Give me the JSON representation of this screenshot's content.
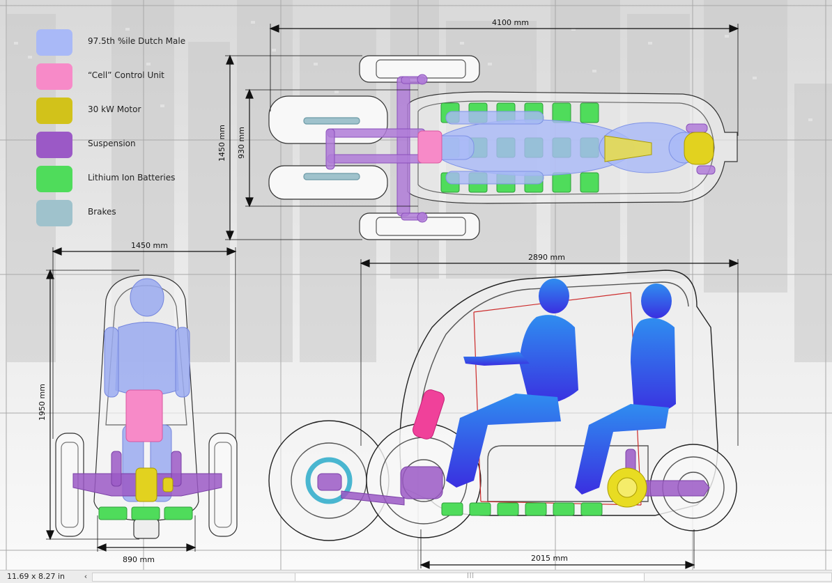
{
  "legend": {
    "items": [
      {
        "label": "97.5th %ile Dutch Male",
        "color": "#a9b9f7"
      },
      {
        "label": "“Cell” Control Unit",
        "color": "#f78ac8"
      },
      {
        "label": "30 kW Motor",
        "color": "#d2c21a"
      },
      {
        "label": "Suspension",
        "color": "#9b59c6"
      },
      {
        "label": "Lithium Ion Batteries",
        "color": "#4fdc5b"
      },
      {
        "label": "Brakes",
        "color": "#9fc2cc"
      }
    ]
  },
  "dimensions": {
    "top_length": "4100 mm",
    "top_width_outer": "1450 mm",
    "top_width_inner": "930 mm",
    "front_width": "1450 mm",
    "front_height": "1950 mm",
    "front_track": "890 mm",
    "side_length": "2890 mm",
    "side_wheelbase": "2015 mm"
  },
  "statusbar": {
    "page_size": "11.69 x 8.27 in",
    "scroll_left_icon": "chevron-left-icon"
  },
  "colors": {
    "human": "#4169f0",
    "body_outline": "#222222",
    "grid": "#9a9a9a"
  }
}
